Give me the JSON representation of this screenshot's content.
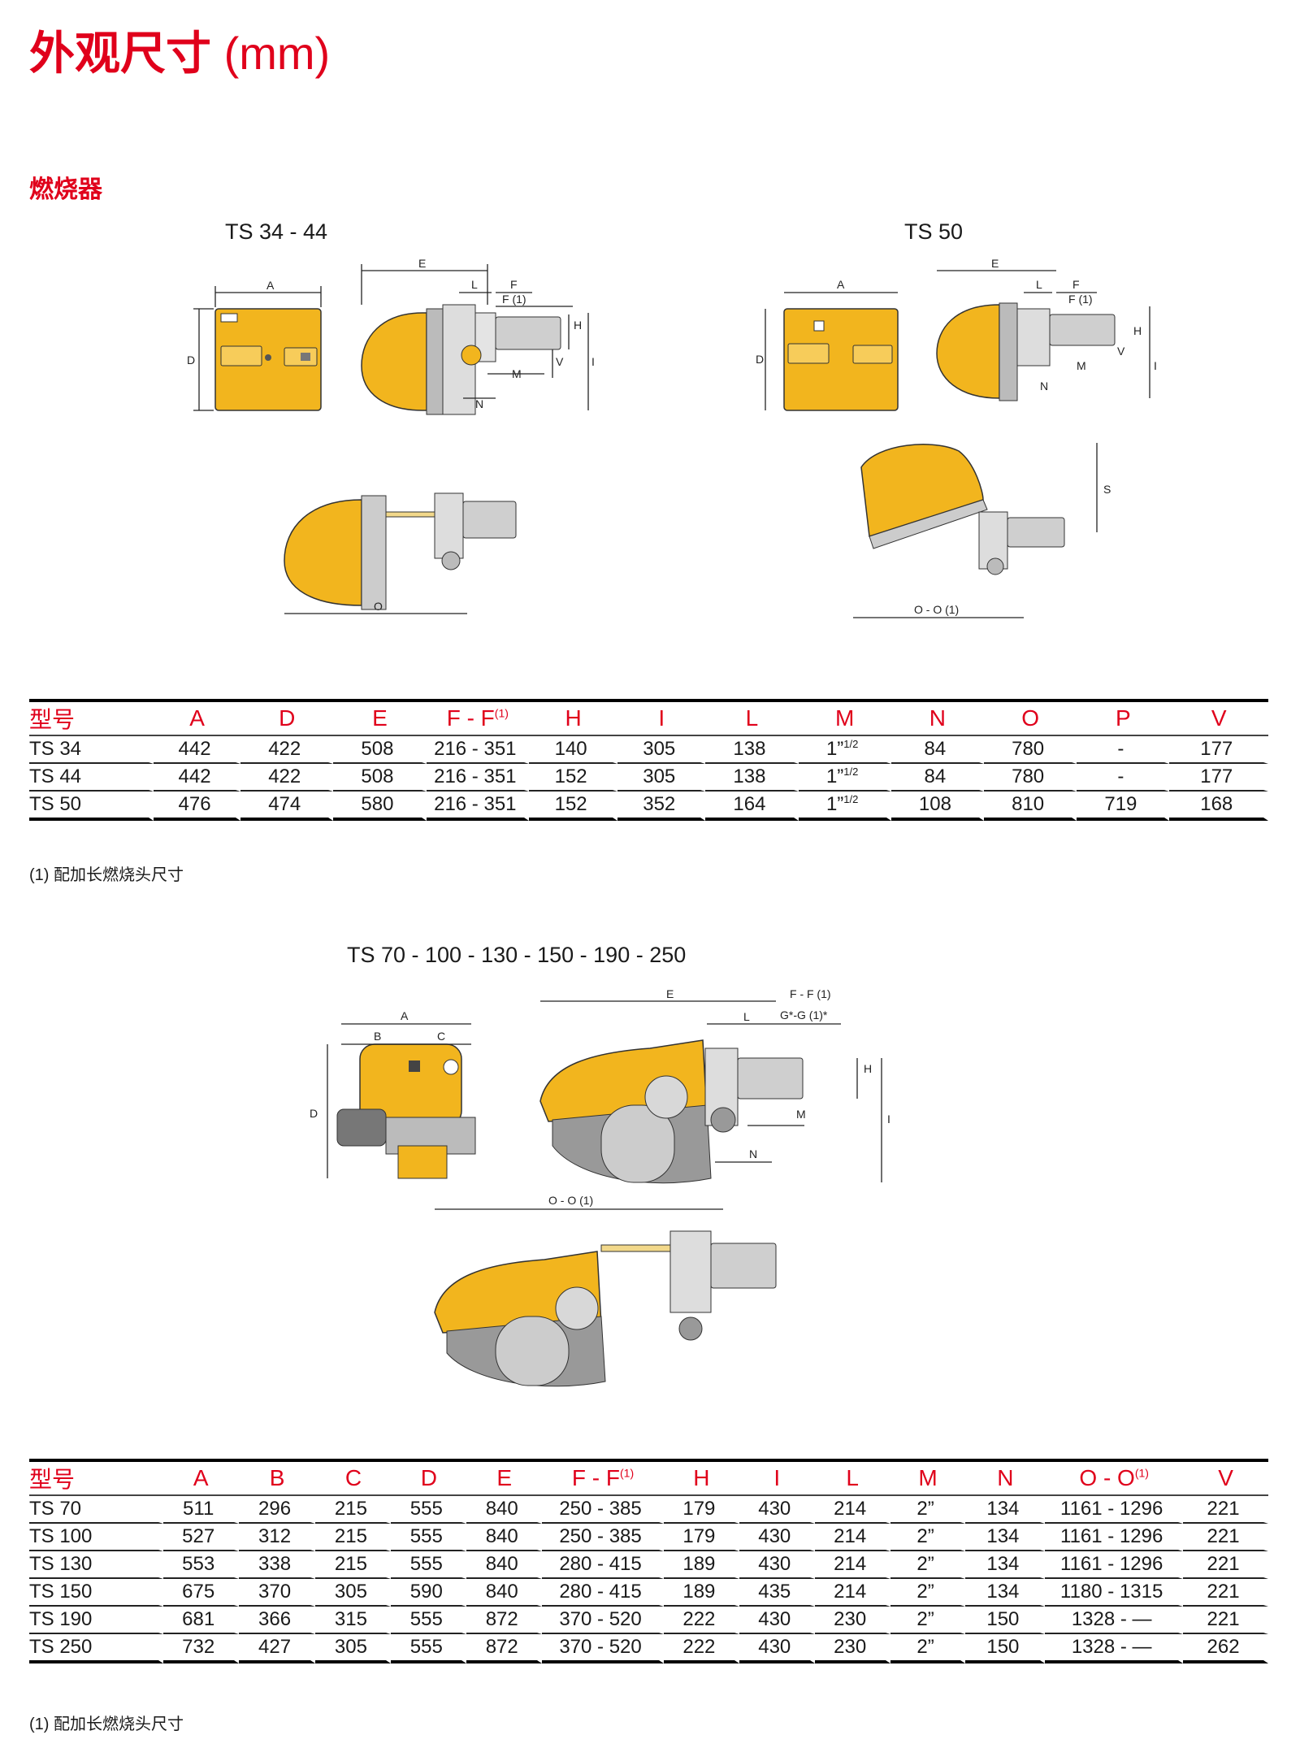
{
  "page_title": "外观尺寸",
  "page_title_unit": "(mm)",
  "section_title": "燃烧器",
  "drawings": {
    "ts34_44": "TS 34  - 44",
    "ts50": "TS 50",
    "ts70_250": "TS 70 - 100 - 130 - 150 - 190 - 250"
  },
  "dim_labels": {
    "A": "A",
    "B": "B",
    "C": "C",
    "D": "D",
    "E": "E",
    "F": "F",
    "F1": "F (1)",
    "H": "H",
    "I": "I",
    "L": "L",
    "M": "M",
    "N": "N",
    "V": "V",
    "S": "S",
    "O": "O",
    "OO1": "O - O (1)",
    "FF1": "F - F (1)",
    "GG1": "G*-G (1)*"
  },
  "table1": {
    "headers": [
      "型号",
      "A",
      "D",
      "E",
      "F - F",
      "H",
      "I",
      "L",
      "M",
      "N",
      "O",
      "P",
      "V"
    ],
    "header_sup": "(1)",
    "m_main": "1”",
    "m_sup": "1/2",
    "rows": [
      [
        "TS 34",
        "442",
        "422",
        "508",
        "216 - 351",
        "140",
        "305",
        "138",
        "",
        "84",
        "780",
        "-",
        "177"
      ],
      [
        "TS 44",
        "442",
        "422",
        "508",
        "216 - 351",
        "152",
        "305",
        "138",
        "",
        "84",
        "780",
        "-",
        "177"
      ],
      [
        "TS 50",
        "476",
        "474",
        "580",
        "216 - 351",
        "152",
        "352",
        "164",
        "",
        "108",
        "810",
        "719",
        "168"
      ]
    ]
  },
  "note1": "(1) 配加长燃烧头尺寸",
  "table2": {
    "headers": [
      "型号",
      "A",
      "B",
      "C",
      "D",
      "E",
      "F - F",
      "H",
      "I",
      "L",
      "M",
      "N",
      "O - O",
      "V"
    ],
    "header_sup": "(1)",
    "rows": [
      [
        "TS 70",
        "511",
        "296",
        "215",
        "555",
        "840",
        "250 - 385",
        "179",
        "430",
        "214",
        "2”",
        "134",
        "1161 - 1296",
        "221"
      ],
      [
        "TS 100",
        "527",
        "312",
        "215",
        "555",
        "840",
        "250 - 385",
        "179",
        "430",
        "214",
        "2”",
        "134",
        "1161 - 1296",
        "221"
      ],
      [
        "TS 130",
        "553",
        "338",
        "215",
        "555",
        "840",
        "280 - 415",
        "189",
        "430",
        "214",
        "2”",
        "134",
        "1161 - 1296",
        "221"
      ],
      [
        "TS 150",
        "675",
        "370",
        "305",
        "590",
        "840",
        "280 - 415",
        "189",
        "435",
        "214",
        "2”",
        "134",
        "1180 - 1315",
        "221"
      ],
      [
        "TS 190",
        "681",
        "366",
        "315",
        "555",
        "872",
        "370 - 520",
        "222",
        "430",
        "230",
        "2”",
        "150",
        "1328 - —",
        "221"
      ],
      [
        "TS 250",
        "732",
        "427",
        "305",
        "555",
        "872",
        "370 - 520",
        "222",
        "430",
        "230",
        "2”",
        "150",
        "1328 - —",
        "262"
      ]
    ]
  },
  "note2": "(1) 配加长燃烧头尺寸",
  "colors": {
    "accent_red": "#e0001b",
    "burner_yellow": "#f2b51e",
    "steel_grey": "#c8c8c8"
  }
}
